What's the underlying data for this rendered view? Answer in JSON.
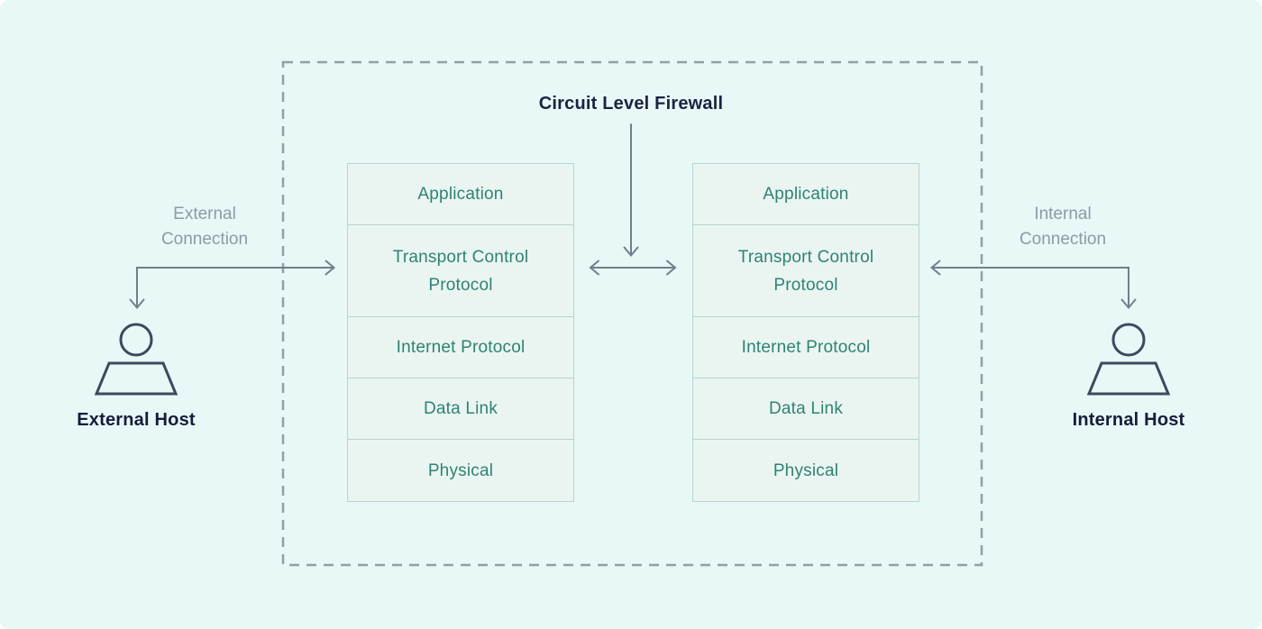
{
  "diagram_title": "Circuit Level Firewall",
  "left_side": {
    "connection_label": "External Connection",
    "host_label": "External Host"
  },
  "right_side": {
    "connection_label": "Internal Connection",
    "host_label": "Internal Host"
  },
  "stacks": {
    "left": {
      "layers": [
        "Application",
        "Transport Control Protocol",
        "Internet Protocol",
        "Data Link",
        "Physical"
      ]
    },
    "right": {
      "layers": [
        "Application",
        "Transport Control Protocol",
        "Internet Protocol",
        "Data Link",
        "Physical"
      ]
    }
  },
  "icons": {
    "left_host_icon": "person-icon",
    "right_host_icon": "person-icon"
  },
  "colors": {
    "background": "#e8f8f7",
    "layer_box_fill": "#eaf5f1",
    "layer_box_border": "#b5d6cc",
    "layer_text": "#2e8372",
    "title_text": "#1b2340",
    "host_text": "#151d3b",
    "connection_text": "#8d9aa5",
    "arrow": "#70808a",
    "dashed_zone_border": "#90a1a6",
    "person_stroke": "#3c4a5e"
  }
}
